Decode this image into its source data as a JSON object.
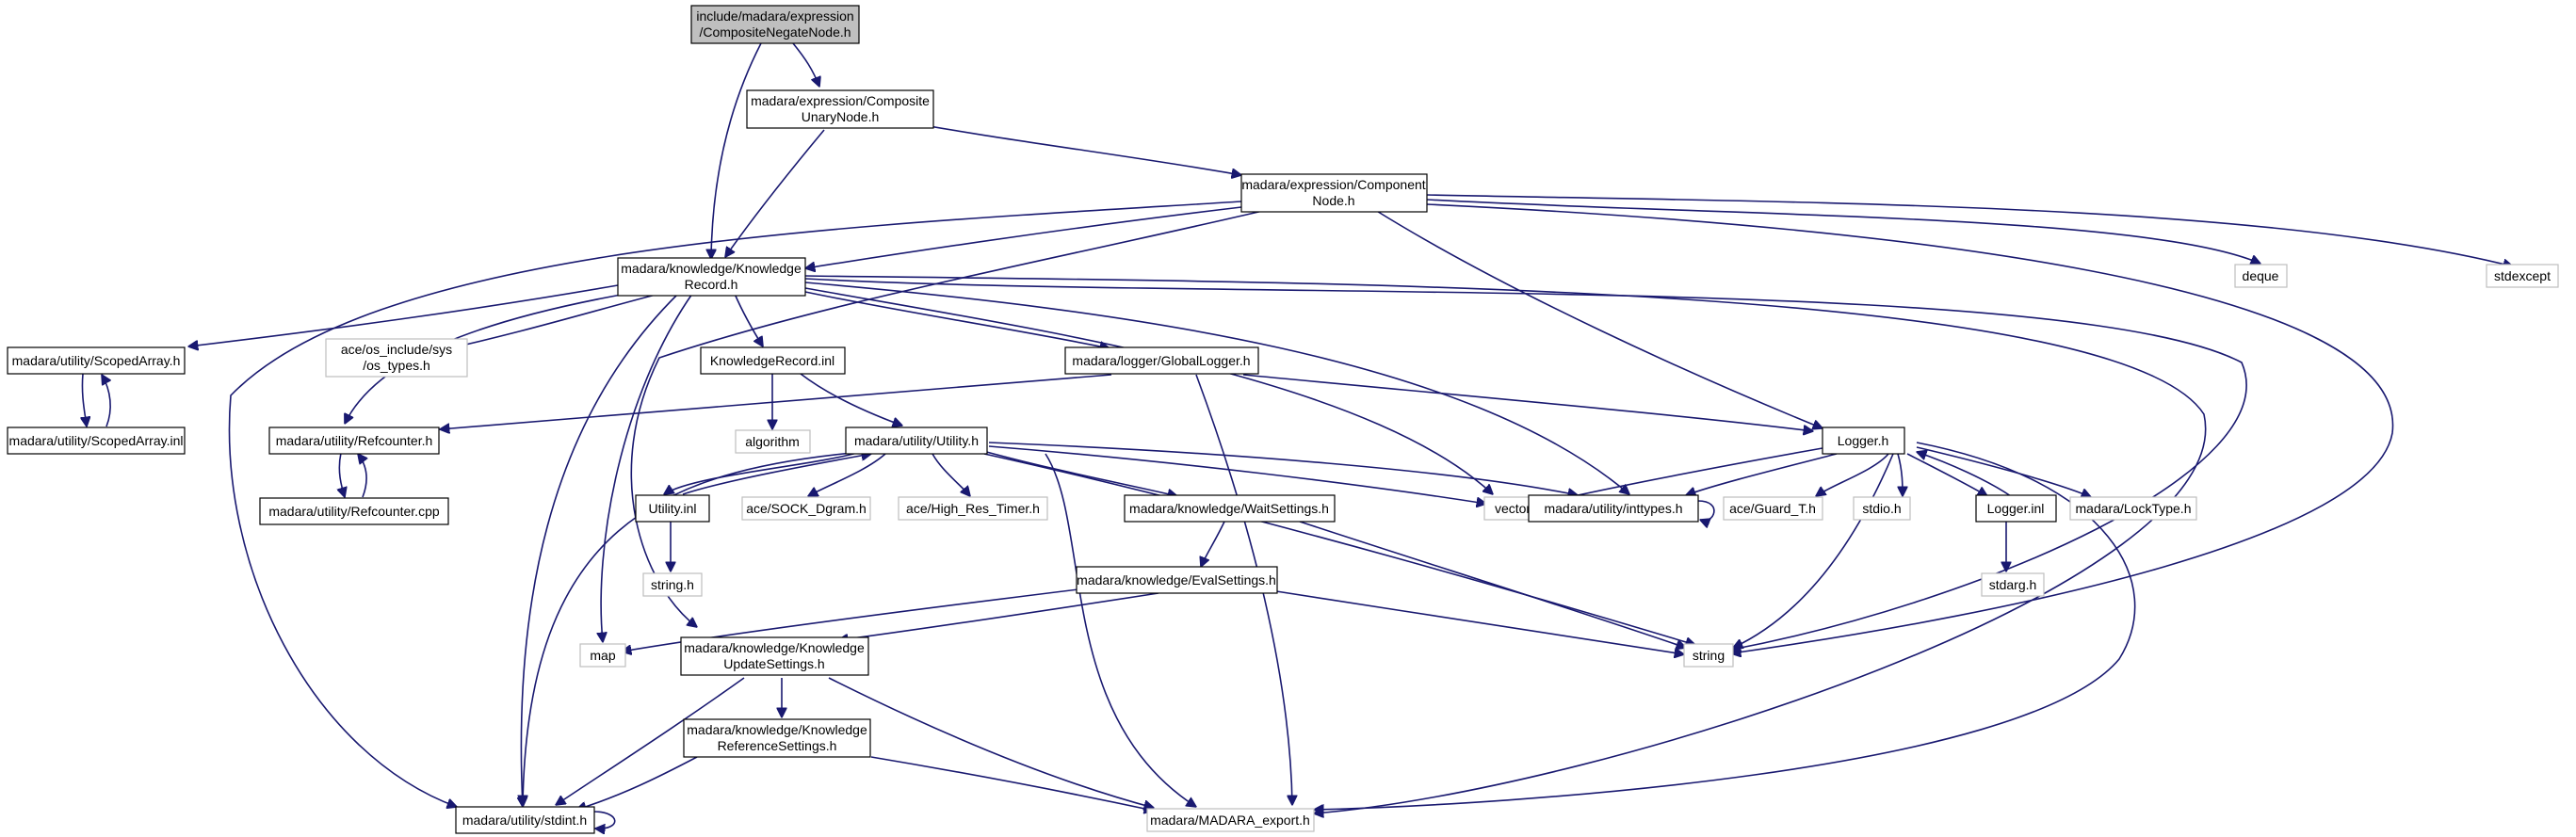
{
  "graph": {
    "nodes": [
      {
        "id": "root",
        "kind": "main",
        "lines": [
          "include/madara/expression",
          "/CompositeNegateNode.h"
        ]
      },
      {
        "id": "unary",
        "kind": "internal",
        "lines": [
          "madara/expression/Composite",
          "UnaryNode.h"
        ]
      },
      {
        "id": "component",
        "kind": "internal",
        "lines": [
          "madara/expression/Component",
          "Node.h"
        ]
      },
      {
        "id": "krecord",
        "kind": "internal",
        "lines": [
          "madara/knowledge/Knowledge",
          "Record.h"
        ]
      },
      {
        "id": "deque",
        "kind": "external",
        "lines": [
          "deque"
        ]
      },
      {
        "id": "stdexcept",
        "kind": "external",
        "lines": [
          "stdexcept"
        ]
      },
      {
        "id": "scopedarray",
        "kind": "internal",
        "lines": [
          "madara/utility/ScopedArray.h"
        ]
      },
      {
        "id": "scopedarrayinl",
        "kind": "internal",
        "lines": [
          "madara/utility/ScopedArray.inl"
        ]
      },
      {
        "id": "ostypes",
        "kind": "external",
        "lines": [
          "ace/os_include/sys",
          "/os_types.h"
        ]
      },
      {
        "id": "krecordinl",
        "kind": "internal",
        "lines": [
          "KnowledgeRecord.inl"
        ]
      },
      {
        "id": "globallogger",
        "kind": "internal",
        "lines": [
          "madara/logger/GlobalLogger.h"
        ]
      },
      {
        "id": "refcounter",
        "kind": "internal",
        "lines": [
          "madara/utility/Refcounter.h"
        ]
      },
      {
        "id": "refcountercpp",
        "kind": "internal",
        "lines": [
          "madara/utility/Refcounter.cpp"
        ]
      },
      {
        "id": "algorithm",
        "kind": "external",
        "lines": [
          "algorithm"
        ]
      },
      {
        "id": "utility",
        "kind": "internal",
        "lines": [
          "madara/utility/Utility.h"
        ]
      },
      {
        "id": "logger",
        "kind": "internal",
        "lines": [
          "Logger.h"
        ]
      },
      {
        "id": "utilityinl",
        "kind": "internal",
        "lines": [
          "Utility.inl"
        ]
      },
      {
        "id": "sockdgram",
        "kind": "external",
        "lines": [
          "ace/SOCK_Dgram.h"
        ]
      },
      {
        "id": "highres",
        "kind": "external",
        "lines": [
          "ace/High_Res_Timer.h"
        ]
      },
      {
        "id": "waitsettings",
        "kind": "internal",
        "lines": [
          "madara/knowledge/WaitSettings.h"
        ]
      },
      {
        "id": "vector",
        "kind": "external",
        "lines": [
          "vector"
        ]
      },
      {
        "id": "inttypes",
        "kind": "internal",
        "lines": [
          "madara/utility/inttypes.h"
        ]
      },
      {
        "id": "guard",
        "kind": "external",
        "lines": [
          "ace/Guard_T.h"
        ]
      },
      {
        "id": "stdio",
        "kind": "external",
        "lines": [
          "stdio.h"
        ]
      },
      {
        "id": "loggerinl",
        "kind": "internal",
        "lines": [
          "Logger.inl"
        ]
      },
      {
        "id": "locktype",
        "kind": "external",
        "lines": [
          "madara/LockType.h"
        ]
      },
      {
        "id": "stringh",
        "kind": "external",
        "lines": [
          "string.h"
        ]
      },
      {
        "id": "stdarg",
        "kind": "external",
        "lines": [
          "stdarg.h"
        ]
      },
      {
        "id": "evalsettings",
        "kind": "internal",
        "lines": [
          "madara/knowledge/EvalSettings.h"
        ]
      },
      {
        "id": "map",
        "kind": "external",
        "lines": [
          "map"
        ]
      },
      {
        "id": "updatesettings",
        "kind": "internal",
        "lines": [
          "madara/knowledge/Knowledge",
          "UpdateSettings.h"
        ]
      },
      {
        "id": "string",
        "kind": "external",
        "lines": [
          "string"
        ]
      },
      {
        "id": "refsettings",
        "kind": "internal",
        "lines": [
          "madara/knowledge/Knowledge",
          "ReferenceSettings.h"
        ]
      },
      {
        "id": "stdint",
        "kind": "internal",
        "lines": [
          "madara/utility/stdint.h"
        ]
      },
      {
        "id": "export",
        "kind": "external",
        "lines": [
          "madara/MADARA_export.h"
        ]
      }
    ],
    "edges": [
      [
        "root",
        "unary"
      ],
      [
        "root",
        "krecord"
      ],
      [
        "unary",
        "component"
      ],
      [
        "unary",
        "krecord"
      ],
      [
        "component",
        "krecord"
      ],
      [
        "component",
        "deque"
      ],
      [
        "component",
        "stdexcept"
      ],
      [
        "component",
        "stdint"
      ],
      [
        "component",
        "updatesettings"
      ],
      [
        "component",
        "logger"
      ],
      [
        "component",
        "string"
      ],
      [
        "krecord",
        "scopedarray"
      ],
      [
        "krecord",
        "ostypes"
      ],
      [
        "krecord",
        "refcounter"
      ],
      [
        "krecord",
        "krecordinl"
      ],
      [
        "krecord",
        "globallogger"
      ],
      [
        "krecord",
        "stdint"
      ],
      [
        "krecord",
        "map"
      ],
      [
        "krecord",
        "vector"
      ],
      [
        "krecord",
        "inttypes"
      ],
      [
        "krecord",
        "string"
      ],
      [
        "krecord",
        "export"
      ],
      [
        "scopedarray",
        "scopedarrayinl"
      ],
      [
        "scopedarrayinl",
        "scopedarray"
      ],
      [
        "refcounter",
        "refcountercpp"
      ],
      [
        "refcountercpp",
        "refcounter"
      ],
      [
        "krecordinl",
        "algorithm"
      ],
      [
        "krecordinl",
        "utility"
      ],
      [
        "globallogger",
        "refcounter"
      ],
      [
        "globallogger",
        "logger"
      ],
      [
        "globallogger",
        "export"
      ],
      [
        "utility",
        "utilityinl"
      ],
      [
        "utilityinl",
        "utility"
      ],
      [
        "utility",
        "sockdgram"
      ],
      [
        "utility",
        "highres"
      ],
      [
        "utility",
        "waitsettings"
      ],
      [
        "utility",
        "vector"
      ],
      [
        "utility",
        "inttypes"
      ],
      [
        "utility",
        "string"
      ],
      [
        "utility",
        "stdint"
      ],
      [
        "utility",
        "export"
      ],
      [
        "utilityinl",
        "stringh"
      ],
      [
        "logger",
        "vector"
      ],
      [
        "logger",
        "inttypes"
      ],
      [
        "logger",
        "guard"
      ],
      [
        "logger",
        "stdio"
      ],
      [
        "logger",
        "loggerinl"
      ],
      [
        "loggerinl",
        "logger"
      ],
      [
        "logger",
        "locktype"
      ],
      [
        "logger",
        "string"
      ],
      [
        "logger",
        "export"
      ],
      [
        "loggerinl",
        "stdarg"
      ],
      [
        "inttypes",
        "inttypes"
      ],
      [
        "waitsettings",
        "evalsettings"
      ],
      [
        "waitsettings",
        "string"
      ],
      [
        "evalsettings",
        "map"
      ],
      [
        "evalsettings",
        "updatesettings"
      ],
      [
        "evalsettings",
        "string"
      ],
      [
        "updatesettings",
        "refsettings"
      ],
      [
        "updatesettings",
        "stdint"
      ],
      [
        "updatesettings",
        "export"
      ],
      [
        "refsettings",
        "stdint"
      ],
      [
        "refsettings",
        "export"
      ],
      [
        "stdint",
        "stdint"
      ]
    ]
  }
}
